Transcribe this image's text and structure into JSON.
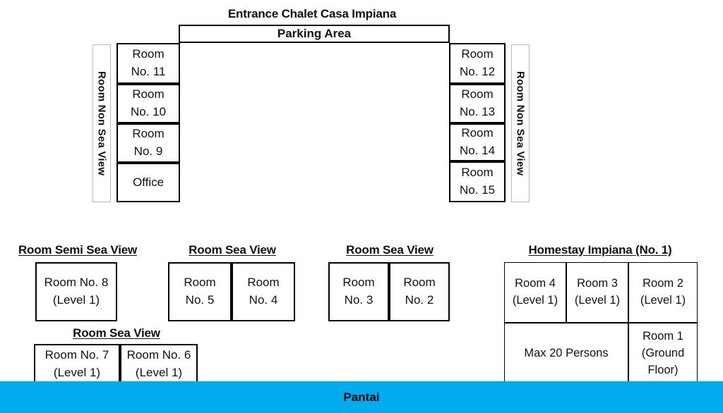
{
  "diagram": {
    "title": "Entrance Chalet Casa Impiana",
    "parking_label": "Parking Area",
    "beach_label": "Pantai",
    "accent_color": "#00ACEE",
    "line_color": "#000000"
  },
  "left_wing": {
    "side_label": "Room Non Sea View",
    "rooms": [
      {
        "line1": "Room",
        "line2": "No. 11"
      },
      {
        "line1": "Room",
        "line2": "No. 10"
      },
      {
        "line1": "Room",
        "line2": "No. 9"
      },
      {
        "line1": "Office",
        "line2": ""
      }
    ]
  },
  "right_wing": {
    "side_label": "Room Non Sea View",
    "rooms": [
      {
        "line1": "Room",
        "line2": "No. 12"
      },
      {
        "line1": "Room",
        "line2": "No. 13"
      },
      {
        "line1": "Room",
        "line2": "No. 14"
      },
      {
        "line1": "Room",
        "line2": "No. 15"
      }
    ]
  },
  "groups": {
    "semi_sea_view": {
      "heading": "Room Semi Sea View",
      "rooms": [
        {
          "line1": "Room No. 8",
          "line2": "(Level 1)"
        }
      ]
    },
    "sea_view_a": {
      "heading": "Room Sea View",
      "rooms": [
        {
          "line1": "Room",
          "line2": "No. 5"
        },
        {
          "line1": "Room",
          "line2": "No. 4"
        }
      ]
    },
    "sea_view_b": {
      "heading": "Room Sea View",
      "rooms": [
        {
          "line1": "Room",
          "line2": "No. 3"
        },
        {
          "line1": "Room",
          "line2": "No. 2"
        }
      ]
    },
    "sea_view_lower": {
      "heading": "Room Sea View",
      "rooms": [
        {
          "line1": "Room No. 7",
          "line2": "(Level 1)"
        },
        {
          "line1": "Room No. 6",
          "line2": "(Level 1)"
        }
      ]
    },
    "homestay": {
      "heading": "Homestay Impiana (No. 1)",
      "top_row": [
        {
          "line1": "Room 4",
          "line2": "(Level 1)"
        },
        {
          "line1": "Room 3",
          "line2": "(Level 1)"
        },
        {
          "line1": "Room 2",
          "line2": "(Level 1)"
        }
      ],
      "capacity": "Max 20 Persons",
      "ground_room": {
        "line1": "Room 1",
        "line2": "(Ground",
        "line3": "Floor)"
      }
    }
  }
}
